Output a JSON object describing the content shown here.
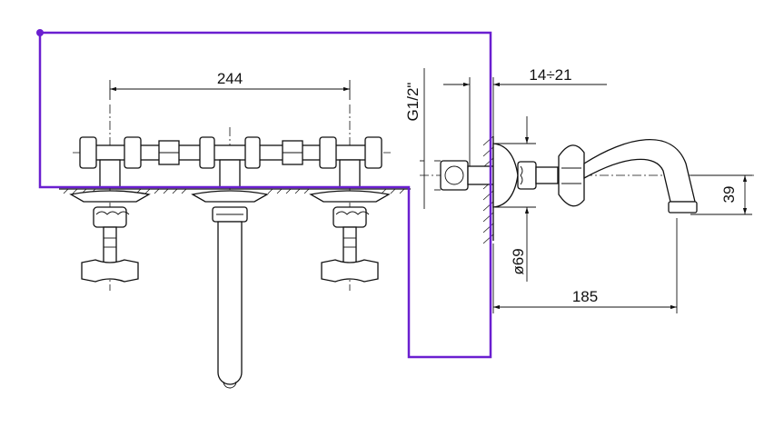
{
  "dimensions": {
    "spread": "244",
    "thread": "G1/2\"",
    "wall_depth": "14÷21",
    "projection": "185",
    "flange": "ø69",
    "spout_height": "39"
  },
  "colors": {
    "drawing": "#111111",
    "selection_outline": "#6a1fd0"
  }
}
